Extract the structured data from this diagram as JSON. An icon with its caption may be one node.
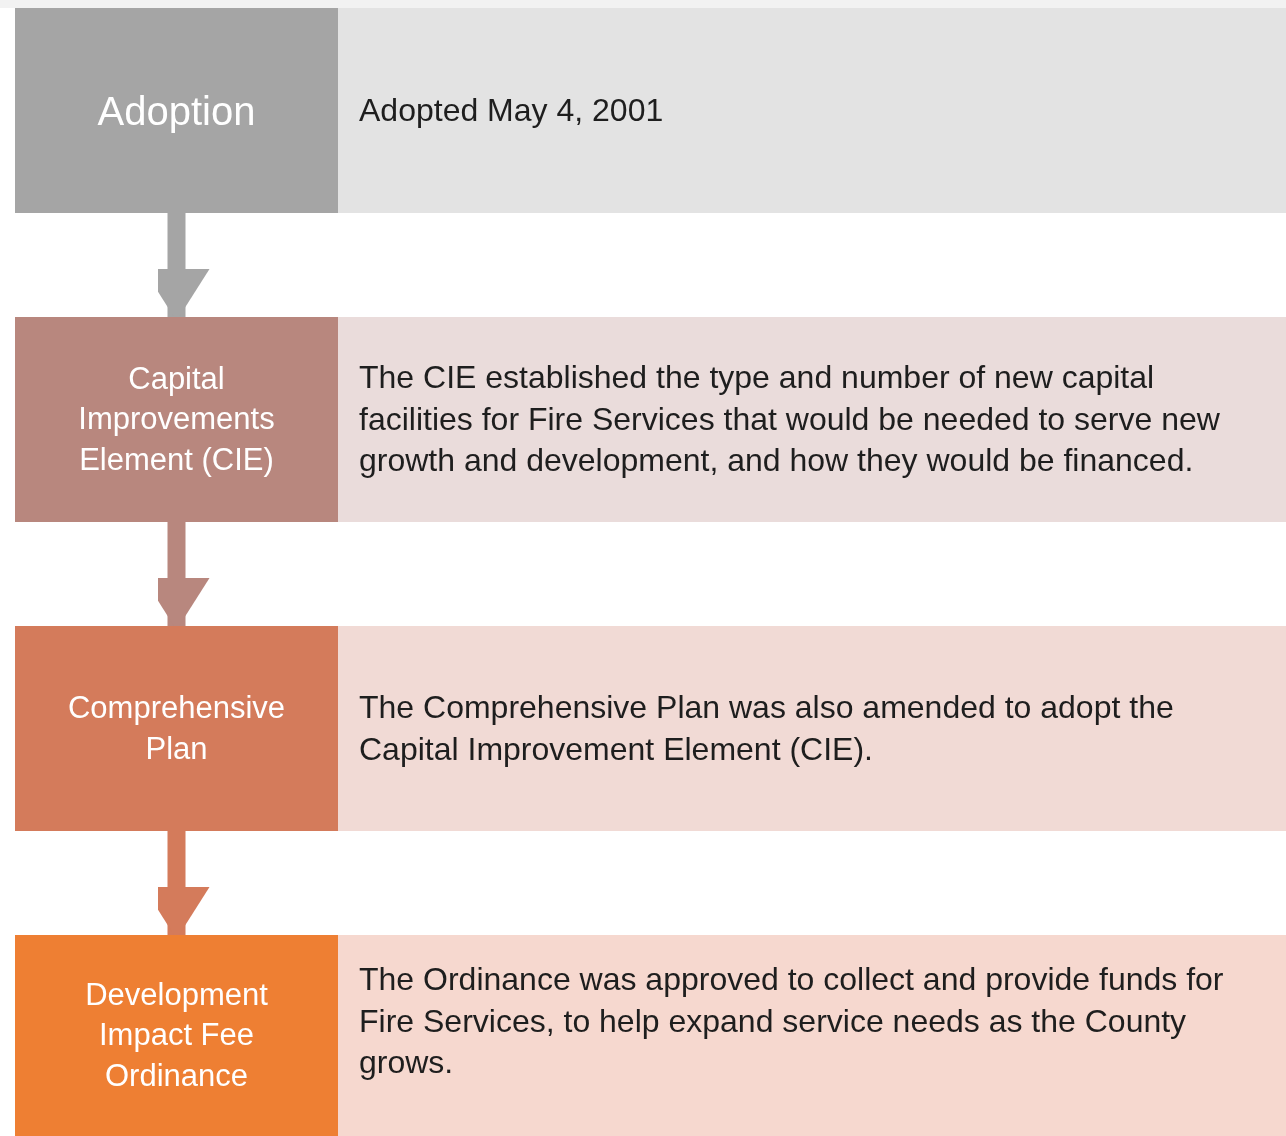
{
  "diagram": {
    "nodes": [
      {
        "text": [
          "Adoption"
        ]
      },
      {
        "text": [
          "Adopted May 4, 2001"
        ]
      },
      {
        "text": [
          "Capital Improvements Element (CIE)"
        ]
      },
      {
        "text": [
          "The CIE established the type and number of new capital facilities for Fire Services that would be needed to serve new growth and development, and how they would be financed."
        ]
      },
      {
        "text": [
          "Comprehensive Plan"
        ]
      },
      {
        "text": [
          "The Comprehensive Plan was also amended to adopt the Capital Improvement Element (CIE)."
        ]
      },
      {
        "text": [
          "Development Impact Fee Ordinance"
        ]
      },
      {
        "text": [
          "The Ordinance was approved to collect and provide funds for Fire Services, to help expand service needs as the County grows."
        ]
      }
    ],
    "edges": [
      {
        "from": 0,
        "to": 2,
        "arrow": "to",
        "color": "#a5a5a5"
      },
      {
        "from": 2,
        "to": 4,
        "arrow": "to",
        "color": "#b8877e"
      },
      {
        "from": 4,
        "to": 6,
        "arrow": "to",
        "color": "#d47b5b"
      }
    ]
  }
}
